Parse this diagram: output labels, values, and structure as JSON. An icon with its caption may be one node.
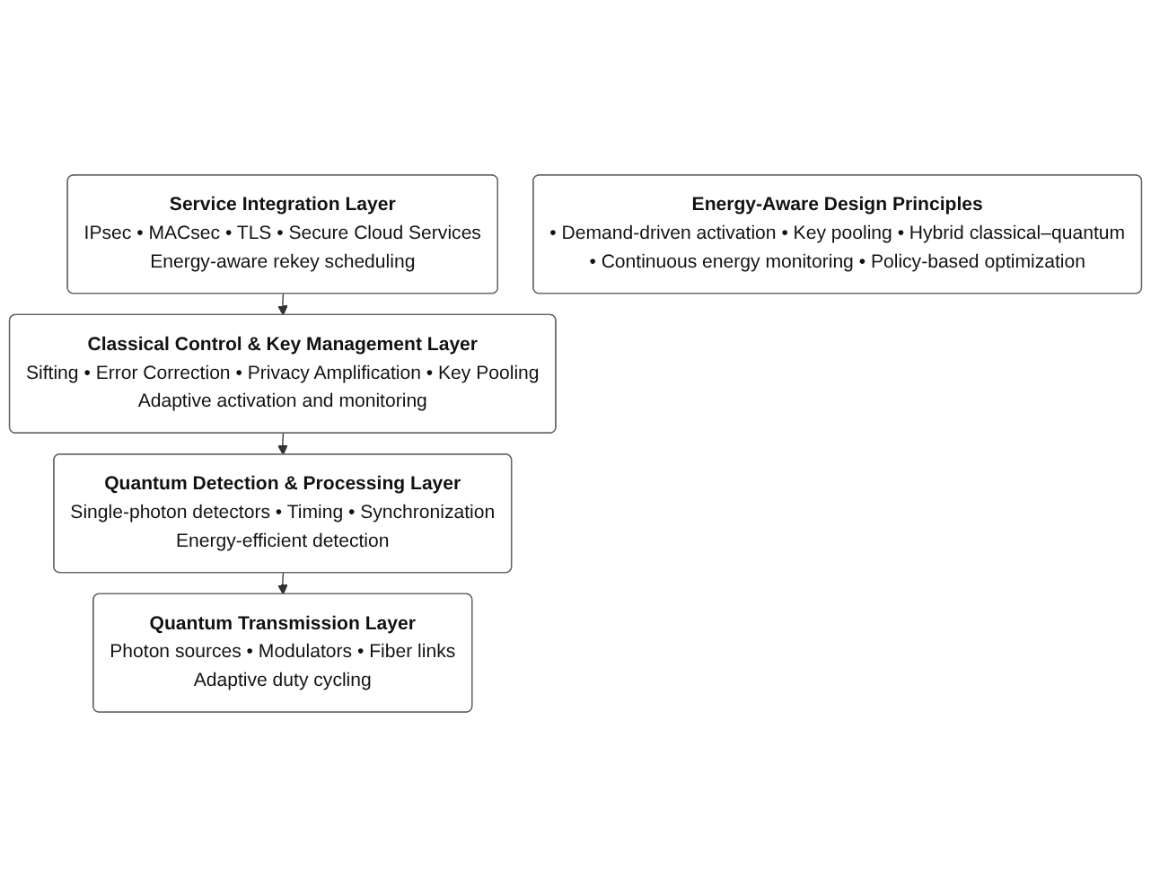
{
  "diagram": {
    "nodes": [
      {
        "text": [
          "Service Integration Layer",
          "IPsec • MACsec • TLS • Secure Cloud Services",
          "Energy-aware rekey scheduling"
        ]
      },
      {
        "text": [
          "Classical Control & Key Management Layer",
          "Sifting • Error Correction • Privacy Amplification • Key Pooling",
          "Adaptive activation and monitoring"
        ]
      },
      {
        "text": [
          "Quantum Detection & Processing Layer",
          "Single-photon detectors • Timing • Synchronization",
          "Energy-efficient detection"
        ]
      },
      {
        "text": [
          "Quantum Transmission Layer",
          "Photon sources • Modulators • Fiber links",
          "Adaptive duty cycling"
        ]
      },
      {
        "text": [
          "Energy-Aware Design Principles",
          "• Demand-driven activation • Key pooling • Hybrid classical–quantum",
          "• Continuous energy monitoring • Policy-based optimization"
        ]
      }
    ],
    "edges": [
      {
        "from": 0,
        "to": 1,
        "arrow": "to"
      },
      {
        "from": 1,
        "to": 2,
        "arrow": "to"
      },
      {
        "from": 2,
        "to": 3,
        "arrow": "to"
      }
    ]
  }
}
